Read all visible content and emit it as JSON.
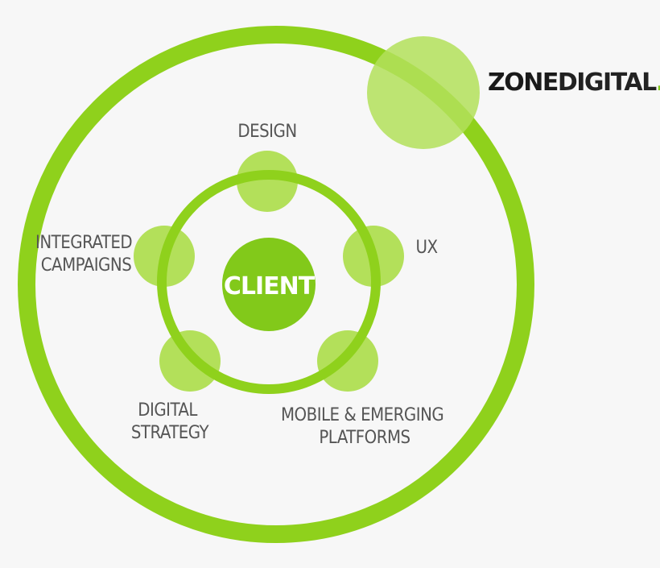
{
  "colors": {
    "ring": "#8fd11c",
    "node_fill": "#b3e05a",
    "client_fill": "#82c91a",
    "client_text": "#ffffff",
    "label_text": "#555555",
    "logo_zone": "#1a1a1a",
    "logo_digital": "#222222",
    "logo_dot": "#82c91a"
  },
  "logo": {
    "zone": "ZONE",
    "digital": "DIGITAL",
    "dot": "."
  },
  "center": {
    "label": "CLIENT"
  },
  "nodes": [
    {
      "id": "design",
      "lines": [
        "DESIGN"
      ]
    },
    {
      "id": "ux",
      "lines": [
        "UX"
      ]
    },
    {
      "id": "mobile",
      "lines": [
        "MOBILE & EMERGING",
        "PLATFORMS"
      ]
    },
    {
      "id": "digital-strategy",
      "lines": [
        "DIGITAL",
        "STRATEGY"
      ]
    },
    {
      "id": "integrated-campaigns",
      "lines": [
        "INTEGRATED",
        "CAMPAIGNS"
      ]
    }
  ]
}
